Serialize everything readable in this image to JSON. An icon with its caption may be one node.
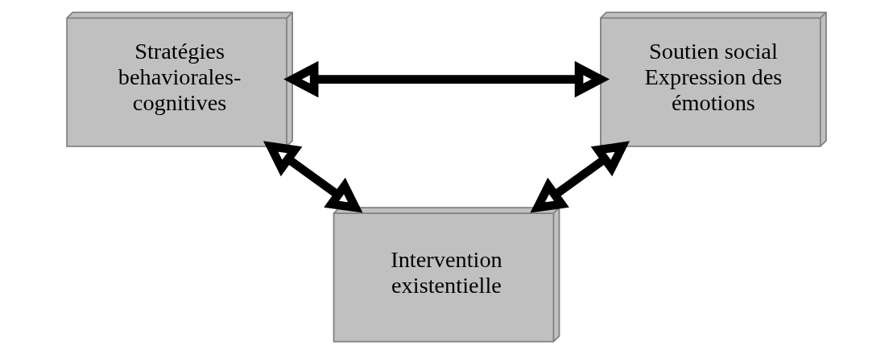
{
  "diagram": {
    "nodes": [
      {
        "text": [
          "Stratégies behaviorales-cognitives"
        ]
      },
      {
        "text": [
          "Soutien social Expression des émotions"
        ]
      },
      {
        "text": [
          "Intervention existentielle"
        ]
      }
    ],
    "edges": [
      {
        "from": 0,
        "to": 1,
        "arrow": "both"
      },
      {
        "from": 0,
        "to": 2,
        "arrow": "both"
      },
      {
        "from": 1,
        "to": 2,
        "arrow": "both"
      }
    ]
  }
}
